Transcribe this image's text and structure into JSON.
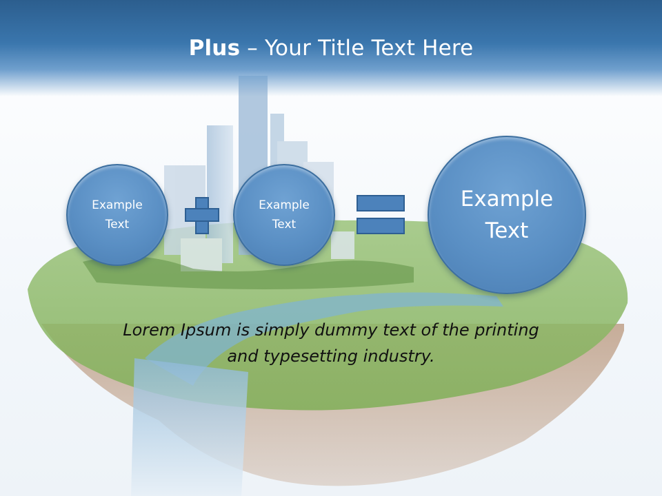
{
  "header": {
    "title_bold": "Plus",
    "title_rest": " – Your Title Text Here"
  },
  "circles": [
    {
      "line1": "Example",
      "line2": "Text"
    },
    {
      "line1": "Example",
      "line2": "Text"
    },
    {
      "line1": "Example",
      "line2": "Text"
    }
  ],
  "operators": {
    "plus": "plus-icon",
    "equals": "equals-icon"
  },
  "body": {
    "line1": "Lorem Ipsum is simply dummy text of the printing",
    "line2": "and typesetting industry."
  },
  "colors": {
    "header": "#3a76ad",
    "circle_fill": "#5a8fc4",
    "operator_fill": "#4c82bb",
    "grass": "#7fae56",
    "soil": "#a07a56",
    "water": "#7fb3d6"
  }
}
